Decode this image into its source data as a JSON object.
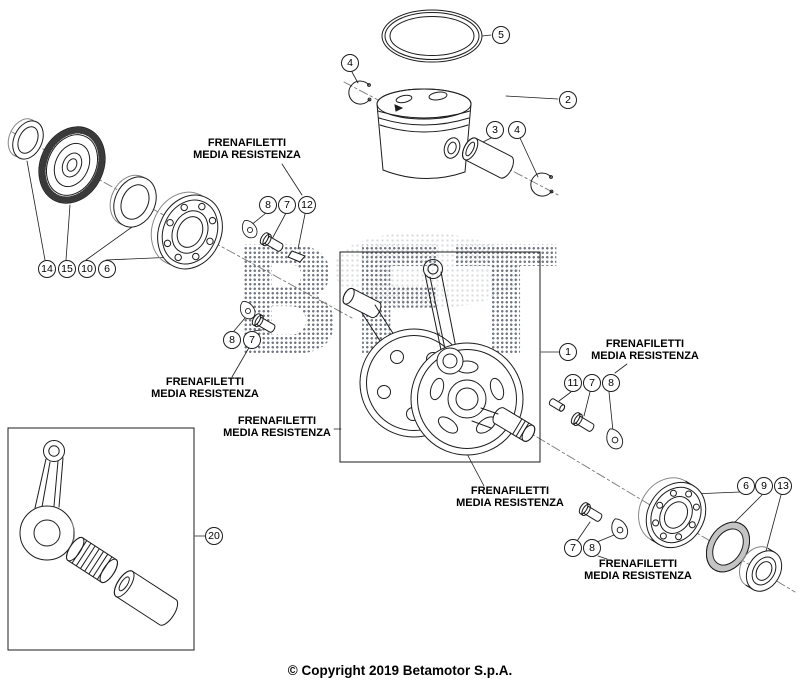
{
  "diagram": {
    "watermark": "BET",
    "note": {
      "line1": "FRENAFILETTI",
      "line2": "MEDIA RESISTENZA"
    },
    "callouts": {
      "piston_ring": "5",
      "circlip_left": "4",
      "piston": "2",
      "piston_pin": "3",
      "circlip_right": "4",
      "tab_top": "8",
      "screw_top": "7",
      "key": "12",
      "seal_left": "14",
      "gear": "15",
      "washer": "10",
      "bearing_left": "6",
      "tab_mid": "8",
      "screw_mid": "7",
      "crankshaft": "1",
      "dowel": "11",
      "screw_right": "7",
      "tab_right": "8",
      "bearing_right": "6",
      "oil_seal": "9",
      "bearing_small": "13",
      "conrod_kit": "20",
      "screw_bottom": "7",
      "tab_bottom": "8"
    },
    "footer": {
      "copyright": "© Copyright 2019 Betamotor S.p.A."
    }
  }
}
